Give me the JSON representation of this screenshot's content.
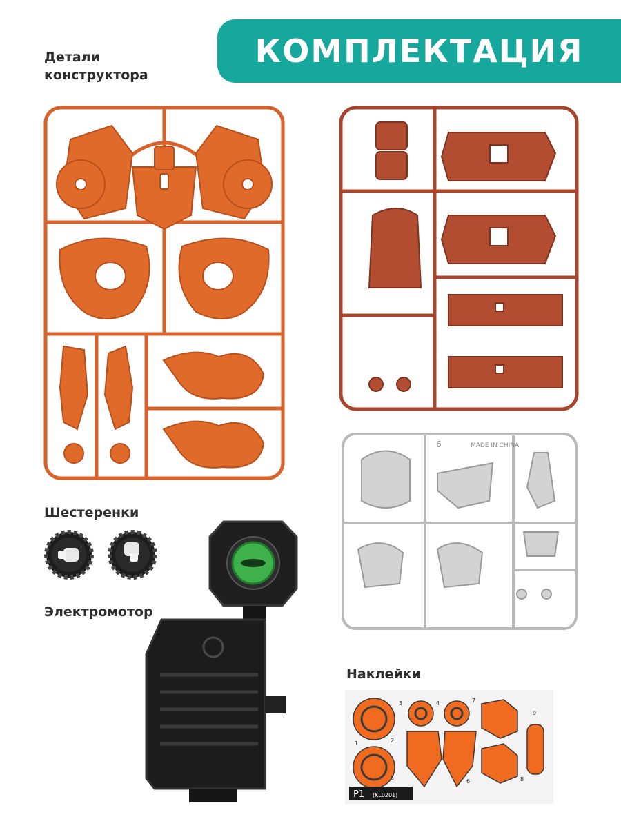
{
  "banner": {
    "title": "КОМПЛЕКТАЦИЯ",
    "color": "#16a89c"
  },
  "labels": {
    "parts": "Детали конструктора",
    "gears": "Шестеренки",
    "motor": "Электромотор",
    "stickers": "Наклейки"
  },
  "sprues": {
    "orange": {
      "color": "#e06a2a"
    },
    "brown": {
      "color": "#b24d31"
    },
    "silver": {
      "color": "#c9c9c9",
      "made_in": "MADE IN CHINA",
      "number": "6"
    }
  },
  "sticker_sheet": {
    "sheet_id": "P1",
    "code": "(KL0201)",
    "numbers": [
      "1",
      "2",
      "3",
      "4",
      "5",
      "6",
      "7",
      "8",
      "9"
    ],
    "sticker_color": "#f06a20"
  }
}
